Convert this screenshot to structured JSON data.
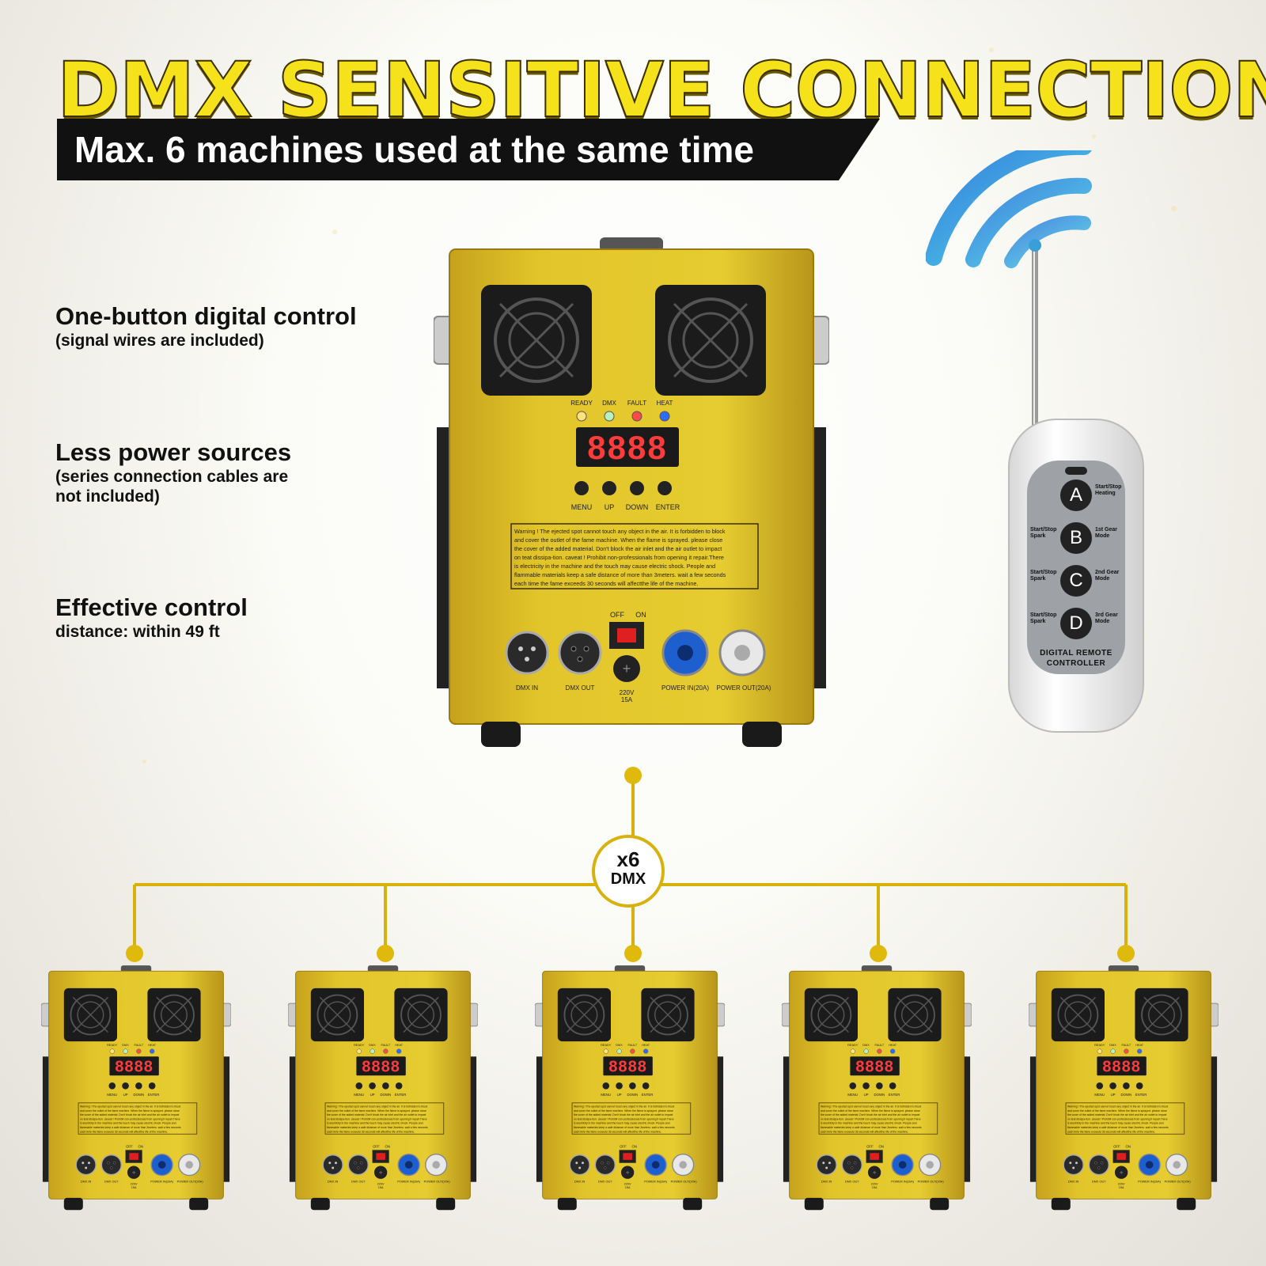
{
  "headline": "DMX SENSITIVE CONNECTION",
  "subheadline": "Max. 6 machines used at the same time",
  "features": [
    {
      "title": "One-button digital control",
      "sub1": "(signal wires are included)",
      "sub2": ""
    },
    {
      "title": "Less power sources",
      "sub1": "(series connection cables are",
      "sub2": "not included)"
    },
    {
      "title": "Effective control",
      "sub1": "distance: within 49 ft",
      "sub2": ""
    }
  ],
  "machine": {
    "indicators": [
      "READY",
      "DMX",
      "FAULT",
      "HEAT"
    ],
    "display": "8888",
    "buttons": [
      "MENU",
      "UP",
      "DOWN",
      "ENTER"
    ],
    "switch": {
      "off": "OFF",
      "on": "ON"
    },
    "warning": [
      "Warning ! The ejected spot cannot touch any object in the air. It is forbidden to block",
      "and cover the outlet of the fame machine. When the flame is sprayed. please close",
      "the cover of the added material. Don't block the air inlet and the air outlet to impact",
      "on teat dissipa-tion. caveat ! Prohibit non-professionals from opening it repair.There",
      "is electricity in the machine and the touch may cause electric shock. People and",
      "flammable materials keep a safe distance of more than 3meters. wait a few seconds",
      "each time the fame exceeds 30 seconds will affectthe life of the machine."
    ],
    "ports": {
      "dmx_in": "DMX IN",
      "dmx_out": "DMX OUT",
      "voltage": "220V",
      "amperage": "15A",
      "power_in": "POWER IN(20A)",
      "power_out": "POWER OUT(20A)"
    }
  },
  "network": {
    "multiplier": "x6",
    "label": "DMX"
  },
  "remote": {
    "buttons": [
      {
        "key": "A",
        "left": "",
        "right": "Start/Stop Heating"
      },
      {
        "key": "B",
        "left": "Start/Stop Spark",
        "right": "1st Gear Mode"
      },
      {
        "key": "C",
        "left": "Start/Stop Spark",
        "right": "2nd Gear Mode"
      },
      {
        "key": "D",
        "left": "Start/Stop Spark",
        "right": "3rd Gear Mode"
      }
    ],
    "label_line1": "DIGITAL REMOTE",
    "label_line2": "CONTROLLER"
  },
  "colors": {
    "accent": "#f6e21b",
    "machine": "#d8b923",
    "line": "#d7b20d",
    "wifi": "#1ea7d8"
  }
}
